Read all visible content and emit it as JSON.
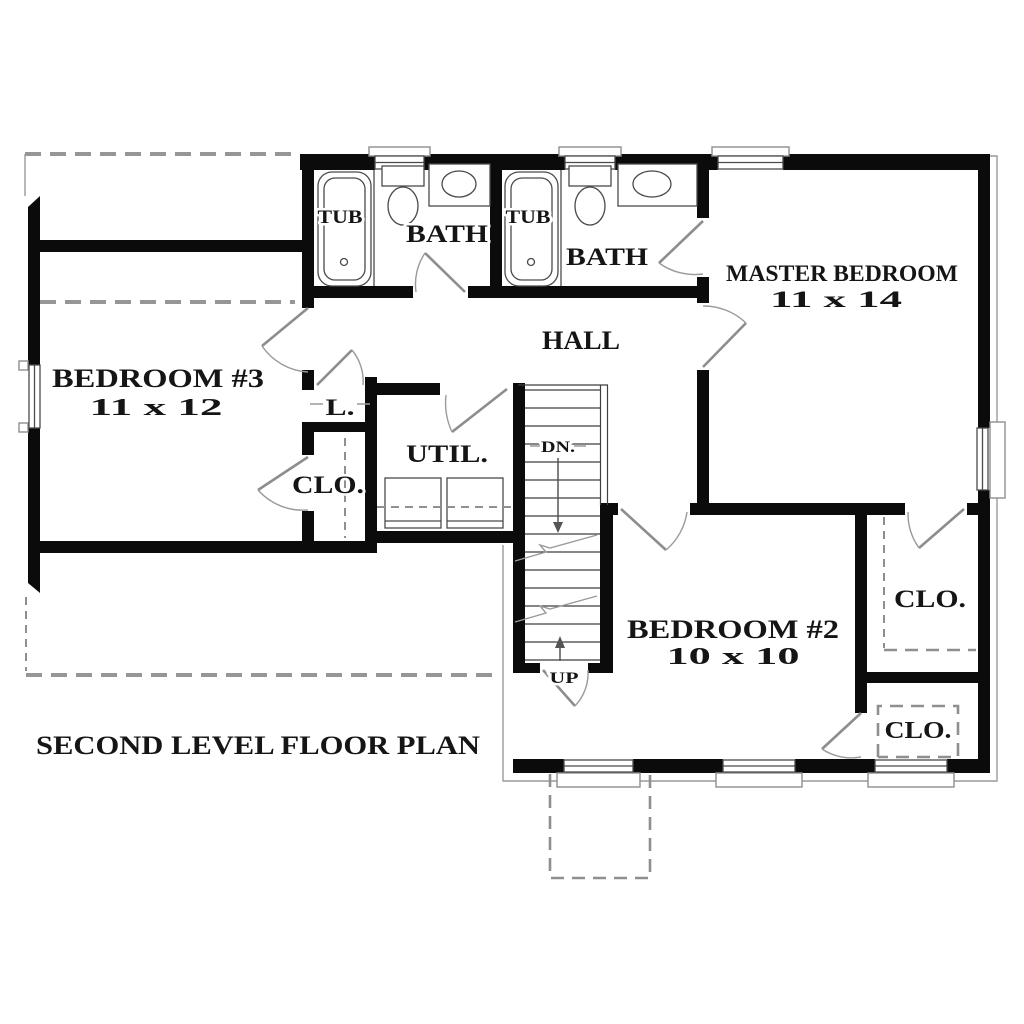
{
  "title": "SECOND LEVEL FLOOR PLAN",
  "rooms": {
    "master_bedroom": {
      "label": "MASTER BEDROOM",
      "dimensions": "11 x 14"
    },
    "bedroom_3": {
      "label": "BEDROOM #3",
      "dimensions": "11 x 12"
    },
    "bedroom_2": {
      "label": "BEDROOM #2",
      "dimensions": "10 x 10"
    },
    "hall": {
      "label": "HALL"
    },
    "bath_1": {
      "label": "BATH"
    },
    "bath_2": {
      "label": "BATH"
    },
    "utility": {
      "label": "UTIL."
    },
    "linen_closet": {
      "label": "L."
    },
    "closet_bedroom_3": {
      "label": "CLO."
    },
    "closet_master": {
      "label": "CLO."
    },
    "closet_bedroom_2": {
      "label": "CLO."
    }
  },
  "fixtures": {
    "tubs": [
      "TUB",
      "TUB"
    ]
  },
  "stairs": {
    "down_label": "DN.",
    "up_label": "UP"
  },
  "colors": {
    "wall": "#0b0b0b",
    "thin_line": "#4a4a4a",
    "dashed_line": "#969696",
    "background": "#ffffff"
  }
}
